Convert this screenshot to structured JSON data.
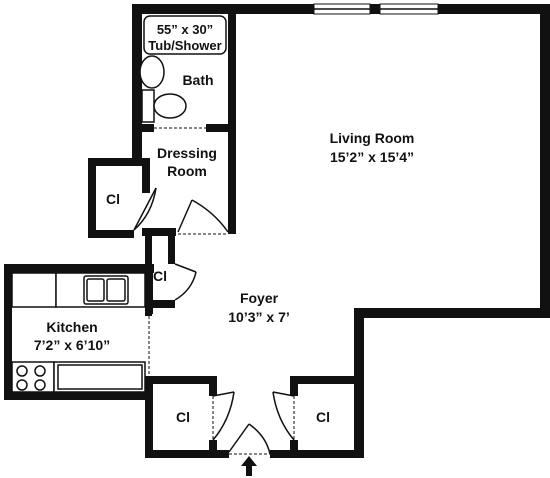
{
  "rooms": {
    "tub": {
      "dims": "55” x 30”",
      "name": "Tub/Shower"
    },
    "bath": {
      "name": "Bath"
    },
    "dressing": {
      "line1": "Dressing",
      "line2": "Room"
    },
    "living": {
      "name": "Living Room",
      "dims": "15’2” x 15’4”"
    },
    "foyer": {
      "name": "Foyer",
      "dims": "10’3” x 7’"
    },
    "kitchen": {
      "name": "Kitchen",
      "dims": "7’2” x 6’10”"
    },
    "closets": {
      "left": "Cl",
      "center": "Cl",
      "bottom_left": "Cl",
      "bottom_right": "Cl"
    }
  },
  "icons": {
    "entrance": "arrow-up-icon"
  },
  "colors": {
    "wall": "#111111",
    "background": "#ffffff"
  }
}
